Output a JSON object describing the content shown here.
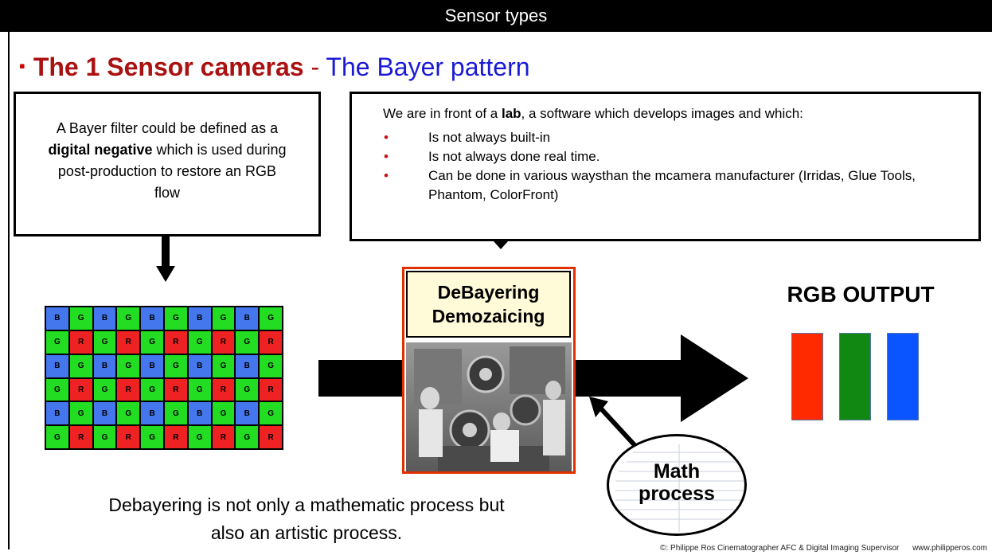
{
  "slide": {
    "title": "Sensor types",
    "heading": {
      "bullet": "▪",
      "part1": "The 1 Sensor cameras",
      "separator": "-",
      "part2": "The Bayer pattern"
    }
  },
  "callout_left": {
    "text_before": "A Bayer filter could be defined as a ",
    "text_bold": "digital negative",
    "text_after": " which is used during post-production to restore an RGB flow"
  },
  "callout_right": {
    "intro_before": "We are in front of a ",
    "intro_bold": "lab",
    "intro_after": ", a software which develops images and which:",
    "bullet_symbol": "•",
    "items": [
      "Is not always built-in",
      "Is not always done real time.",
      "Can be done in various waysthan the mcamera manufacturer (Irridas, Glue Tools, Phantom, ColorFront)"
    ]
  },
  "bayer_grid": {
    "rows": [
      [
        "B",
        "G",
        "B",
        "G",
        "B",
        "G",
        "B",
        "G",
        "B",
        "G"
      ],
      [
        "G",
        "R",
        "G",
        "R",
        "G",
        "R",
        "G",
        "R",
        "G",
        "R"
      ],
      [
        "B",
        "G",
        "B",
        "G",
        "B",
        "G",
        "B",
        "G",
        "B",
        "G"
      ],
      [
        "G",
        "R",
        "G",
        "R",
        "G",
        "R",
        "G",
        "R",
        "G",
        "R"
      ],
      [
        "B",
        "G",
        "B",
        "G",
        "B",
        "G",
        "B",
        "G",
        "B",
        "G"
      ],
      [
        "G",
        "R",
        "G",
        "R",
        "G",
        "R",
        "G",
        "R",
        "G",
        "R"
      ]
    ],
    "colors": {
      "B": "#4477ee",
      "G": "#22dd22",
      "R": "#ee2222"
    }
  },
  "lab": {
    "line1": "DeBayering",
    "line2": "Demozaicing"
  },
  "rgb_output": {
    "title": "RGB OUTPUT",
    "colors": [
      "#ff2a00",
      "#118811",
      "#0a55ff"
    ]
  },
  "math": {
    "line1": "Math",
    "line2": "process"
  },
  "caption": {
    "line1": "Debayering is not only a mathematic process but",
    "line2": "also an artistic process."
  },
  "footer": {
    "copyright": "©: Philippe Ros Cinematographer AFC & Digital Imaging Supervisor",
    "website": "www.philipperos.com"
  }
}
